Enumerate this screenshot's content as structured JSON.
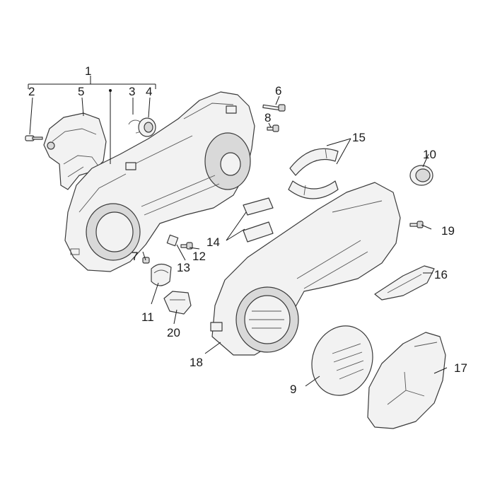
{
  "callouts": {
    "c1": "1",
    "c2": "2",
    "c3": "3",
    "c4": "4",
    "c5": "5",
    "c6": "6",
    "c7": "7",
    "c8": "8",
    "c9": "9",
    "c10": "10",
    "c11": "11",
    "c12": "12",
    "c13": "13",
    "c14": "14",
    "c15": "15",
    "c16": "16",
    "c17": "17",
    "c18": "18",
    "c19": "19",
    "c20": "20"
  },
  "colors": {
    "line": "#3a3a3a",
    "fill": "#f2f2f2",
    "text": "#1a1a1a"
  }
}
